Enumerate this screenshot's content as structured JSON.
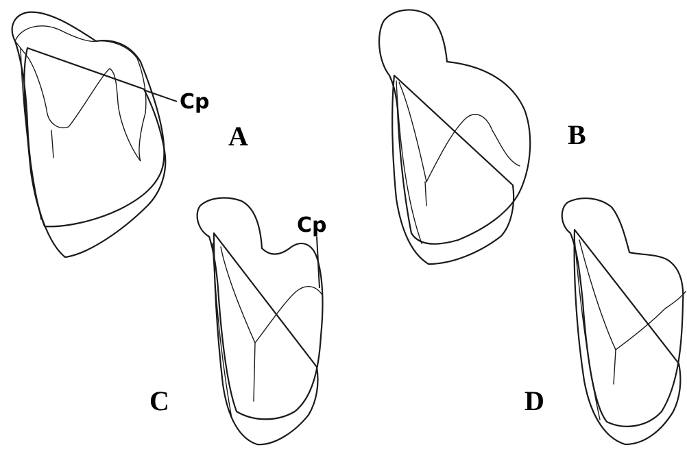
{
  "panels": [
    {
      "id": "A",
      "label": "A",
      "annotation": "Cp"
    },
    {
      "id": "B",
      "label": "B"
    },
    {
      "id": "C",
      "label": "C",
      "annotation": "Cp"
    },
    {
      "id": "D",
      "label": "D"
    }
  ],
  "colors": {
    "outline": "#1a1a1a",
    "stipple_dark": "#6e6e6e",
    "stipple_light": "#b5b5b5",
    "background": "#ffffff"
  }
}
